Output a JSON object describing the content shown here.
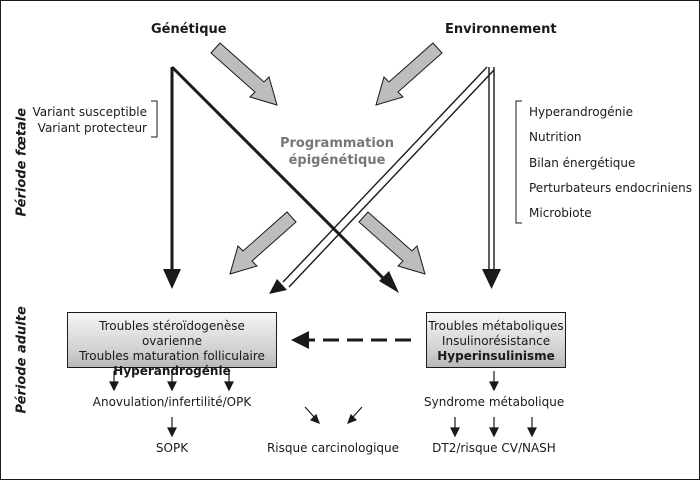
{
  "top": {
    "genetique": "Génétique",
    "environnement": "Environnement",
    "programmation_line1": "Programmation",
    "programmation_line2": "épigénétique"
  },
  "periods": {
    "foetale": "Période fœtale",
    "adulte": "Période adulte"
  },
  "genetic_variants": [
    "Variant susceptible",
    "Variant protecteur"
  ],
  "environment_factors": [
    "Hyperandrogénie",
    "Nutrition",
    "Bilan énergétique",
    "Perturbateurs endocriniens",
    "Microbiote"
  ],
  "box_left": {
    "line1": "Troubles stéroïdogenèse ovarienne",
    "line2": "Troubles maturation folliculaire",
    "line3": "Hyperandrogénie"
  },
  "box_right": {
    "line1": "Troubles métaboliques",
    "line2": "Insulinorésistance",
    "line3": "Hyperinsulinisme"
  },
  "outcomes": {
    "left_mid": "Anovulation/infertilité/OPK",
    "left_bottom": "SOPK",
    "center_bottom": "Risque carcinologique",
    "right_mid": "Syndrome métabolique",
    "right_bottom": "DT2/risque CV/NASH"
  }
}
